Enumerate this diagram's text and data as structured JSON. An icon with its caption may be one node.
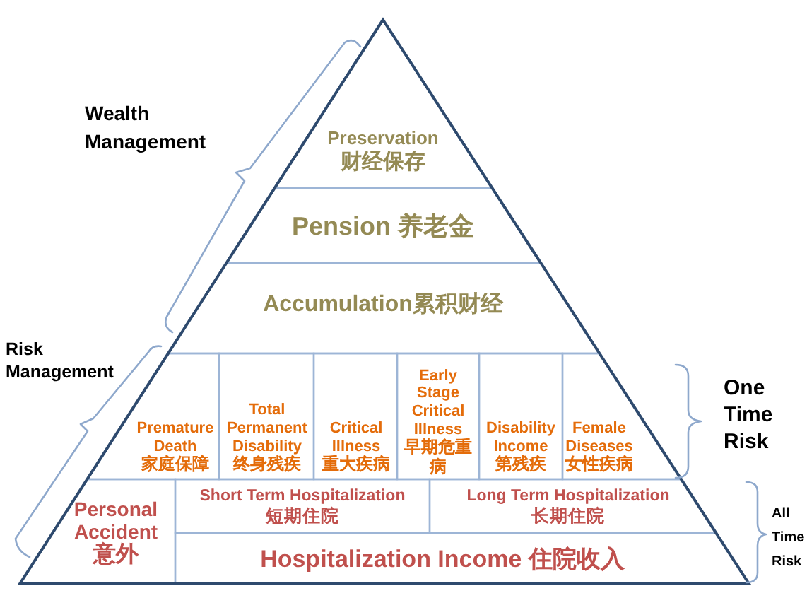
{
  "diagram": {
    "nodes": [
      {
        "text": [
          "Preservation",
          "财经保存"
        ]
      },
      {
        "text": [
          "Pension 养老金"
        ]
      },
      {
        "text": [
          "Accumulation累积财经"
        ]
      },
      {
        "text": [
          "Premature Death",
          "家庭保障"
        ]
      },
      {
        "text": [
          "Total Permanent Disability",
          "终身残疾"
        ]
      },
      {
        "text": [
          "Critical Illness",
          "重大疾病"
        ]
      },
      {
        "text": [
          "Early Stage Critical Illness",
          "早期危重病"
        ]
      },
      {
        "text": [
          "Disability Income",
          "第残疾"
        ]
      },
      {
        "text": [
          "Female Diseases",
          "女性疾病"
        ]
      },
      {
        "text": [
          "Personal Accident",
          "意外"
        ]
      },
      {
        "text": [
          "Short Term Hospitalization",
          "短期住院"
        ]
      },
      {
        "text": [
          "Long Term Hospitalization",
          "长期住院"
        ]
      },
      {
        "text": [
          "Hospitalization Income 住院收入"
        ]
      }
    ],
    "labels": [
      "Wealth Management",
      "Risk Management",
      "One Time Risk",
      "All Time Risk"
    ]
  }
}
